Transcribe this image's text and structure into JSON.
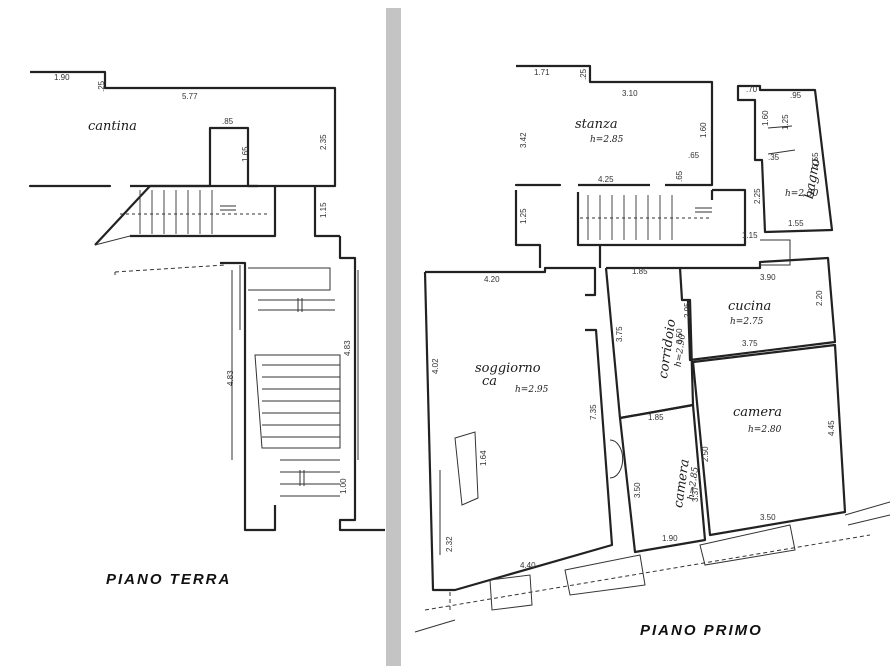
{
  "floors": {
    "ground": {
      "title": "PIANO  TERRA"
    },
    "first": {
      "title": "PIANO  PRIMO"
    }
  },
  "rooms": {
    "cantina": {
      "name": "cantina"
    },
    "stanza": {
      "name": "stanza",
      "height": "h=2.85"
    },
    "bagno": {
      "name": "bagno",
      "height": "h=2.30"
    },
    "cucina": {
      "name": "cucina",
      "height": "h=2.75"
    },
    "corridoio": {
      "name": "corridoio",
      "height": "h=2.90"
    },
    "soggiorno": {
      "name": "soggiorno",
      "name2": "ca",
      "height": "h=2.95"
    },
    "camera_small": {
      "name": "camera",
      "height": "h=2.85"
    },
    "camera_large": {
      "name": "camera",
      "height": "h=2.80"
    }
  },
  "dimensions": {
    "g_190": "1.90",
    "g_25": ".25",
    "g_577": "5.77",
    "g_85": ".85",
    "g_165": "1.65",
    "g_235": "2.35",
    "g_115": "1.15",
    "g_483a": "4.83",
    "g_483b": "4.83",
    "g_100": "1.00",
    "f_171": "1.71",
    "f_25": ".25",
    "f_310": "3.10",
    "f_342": "3.42",
    "f_160": "1.60",
    "f_65a": ".65",
    "f_425": "4.25",
    "f_65b": ".65",
    "f_125": "1.25",
    "f_70": ".70",
    "f_95": ".95",
    "f_160b": "1.60",
    "f_125b": "1.25",
    "f_35": ".35",
    "f_355": "3.55",
    "f_225": "2.25",
    "f_115": "1.15",
    "f_155": "1.55",
    "f_420": "4.20",
    "f_185": "1.85",
    "f_390": "3.90",
    "f_295": "2.95",
    "f_220": "2.20",
    "f_375": "3.75",
    "f_350": "3.50",
    "f_402": "4.02",
    "f_735": "7.35",
    "f_164": "1.64",
    "f_185b": "1.85",
    "f_250": "2.50",
    "f_445": "4.45",
    "f_350b": "3.50",
    "f_337": "3.37",
    "f_350c": "3.50",
    "f_190": "1.90",
    "f_232": "2.32",
    "f_440": "4.40",
    "f_375b": "3.75"
  }
}
